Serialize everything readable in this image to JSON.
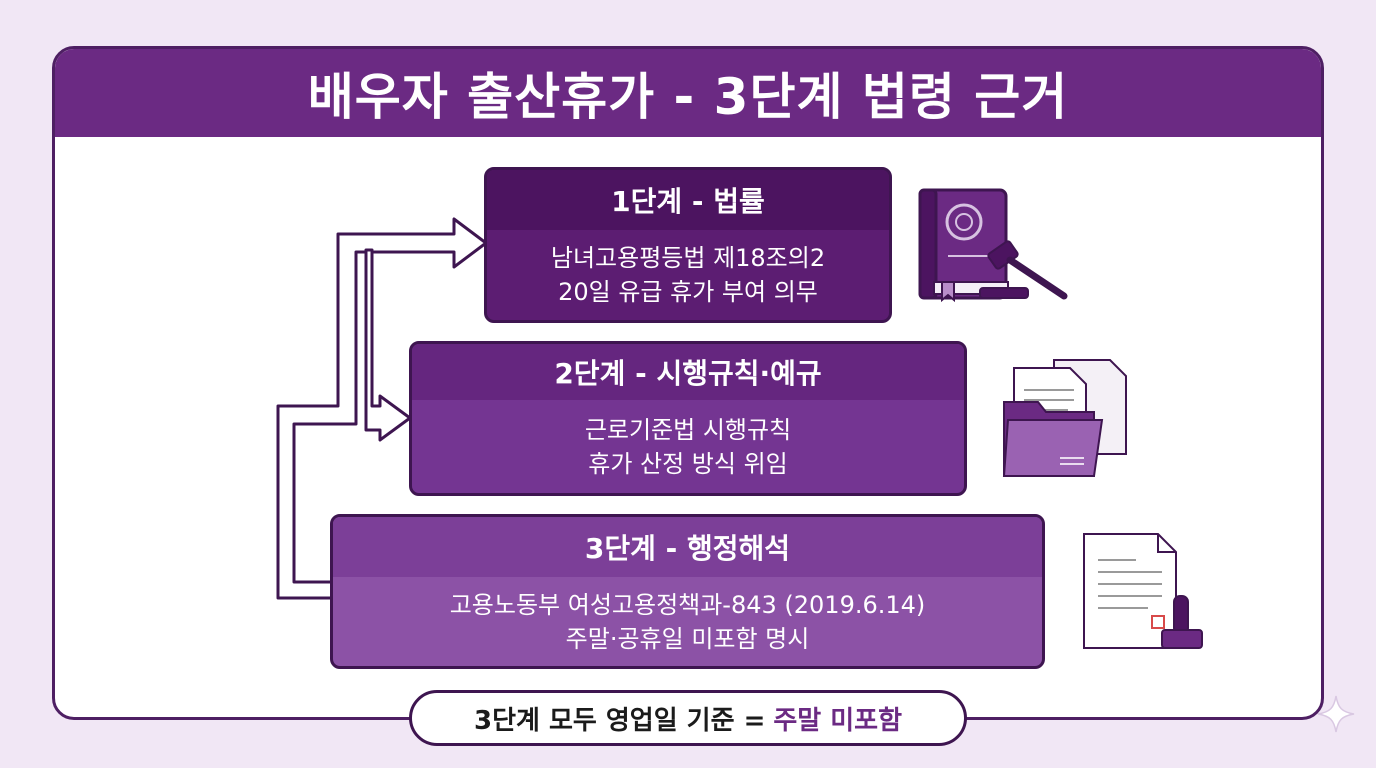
{
  "title": "배우자 출산휴가 - 3단계 법령 근거",
  "steps": [
    {
      "heading": "1단계 - 법률",
      "line1": "남녀고용평등법 제18조의2",
      "line2": "20일 유급 휴가 부여 의무",
      "icon": "law-book-gavel-icon"
    },
    {
      "heading": "2단계 - 시행규칙·예규",
      "line1": "근로기준법 시행규칙",
      "line2": "휴가 산정 방식 위임",
      "icon": "documents-folder-icon"
    },
    {
      "heading": "3단계 - 행정해석",
      "line1": "고용노동부 여성고용정책과-843 (2019.6.14)",
      "line2": "주말·공휴일 미포함 명시",
      "icon": "stamped-document-icon"
    }
  ],
  "summary": {
    "prefix": "3단계 모두 영업일 기준 =",
    "highlight": "주말 미포함"
  },
  "colors": {
    "header": "#6b2a83",
    "step1": "#5c1d72",
    "step2": "#743592",
    "step3": "#8c52a6",
    "background": "#f1e7f5"
  }
}
